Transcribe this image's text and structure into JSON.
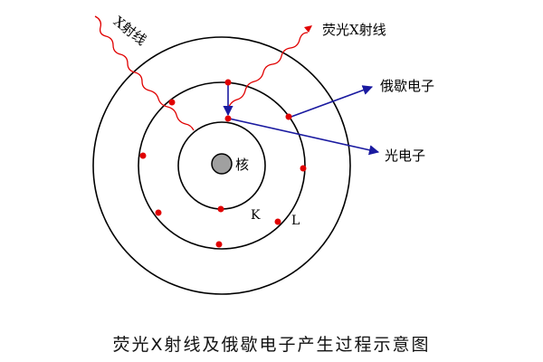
{
  "labels": {
    "xray_incident": "X射线",
    "fluorescent_xray": "荧光X射线",
    "auger_electron": "俄歇电子",
    "photoelectron": "光电子",
    "nucleus": "核",
    "shell_k": "K",
    "shell_l": "L"
  },
  "caption": "荧光X射线及俄歇电子产生过程示意图",
  "colors": {
    "orbit": "#000000",
    "electron": "#e00000",
    "xray_wave": "#e00000",
    "arrow": "#1a1aa0",
    "nucleus_fill": "#a0a0a0"
  }
}
